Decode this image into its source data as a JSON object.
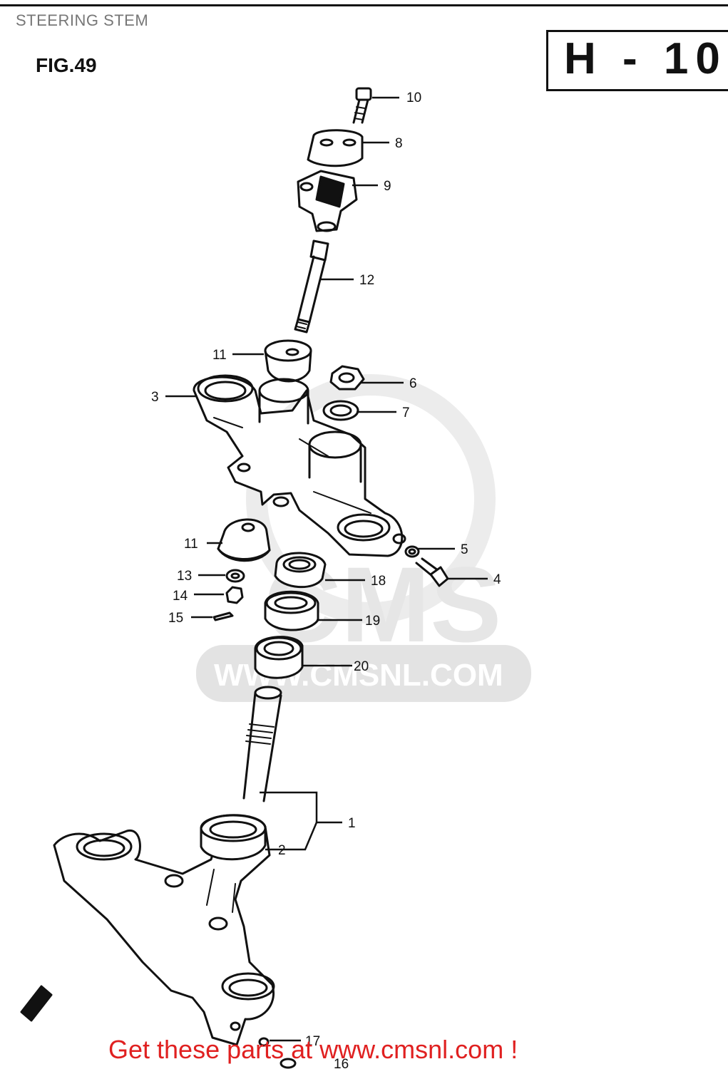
{
  "header": {
    "title": "STEERING STEM",
    "figure": "FIG.49",
    "section_code": "H - 10"
  },
  "callouts": {
    "p1": "1",
    "p2": "2",
    "p3": "3",
    "p4": "4",
    "p5": "5",
    "p6": "6",
    "p7": "7",
    "p8": "8",
    "p9": "9",
    "p10": "10",
    "p11a": "11",
    "p11b": "11",
    "p12": "12",
    "p13": "13",
    "p14": "14",
    "p15": "15",
    "p16": "16",
    "p17": "17",
    "p18": "18",
    "p19": "19",
    "p20": "20"
  },
  "watermark": {
    "logo": "CMS",
    "url": "WWW.CMSNL.COM"
  },
  "footer": {
    "link_text": "Get these parts at www.cmsnl.com !"
  },
  "colors": {
    "ink": "#111111",
    "link": "#e02020",
    "watermark": "#e6e6e6"
  }
}
